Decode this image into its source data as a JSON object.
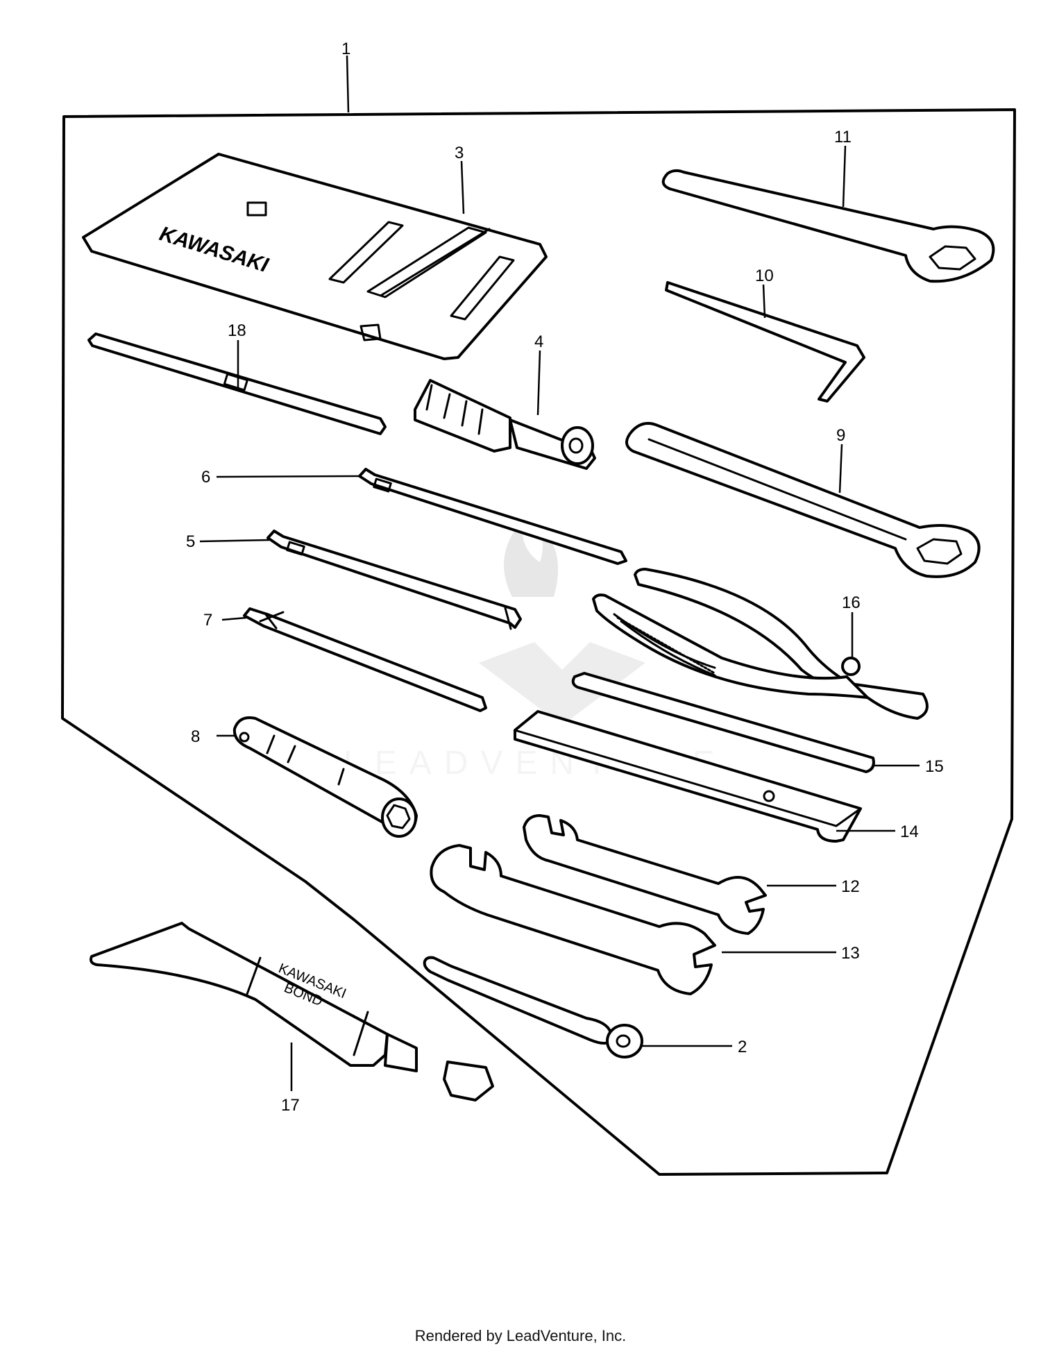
{
  "diagram": {
    "callouts": [
      "1",
      "2",
      "3",
      "4",
      "5",
      "6",
      "7",
      "8",
      "9",
      "10",
      "11",
      "12",
      "13",
      "14",
      "15",
      "16",
      "17",
      "18"
    ],
    "bag_brand": "KAWASAKI",
    "tube_lines": [
      "KAWASAKI",
      "BOND"
    ],
    "watermark": "LEADVENTURE"
  },
  "footer": {
    "text": "Rendered by LeadVenture, Inc."
  }
}
